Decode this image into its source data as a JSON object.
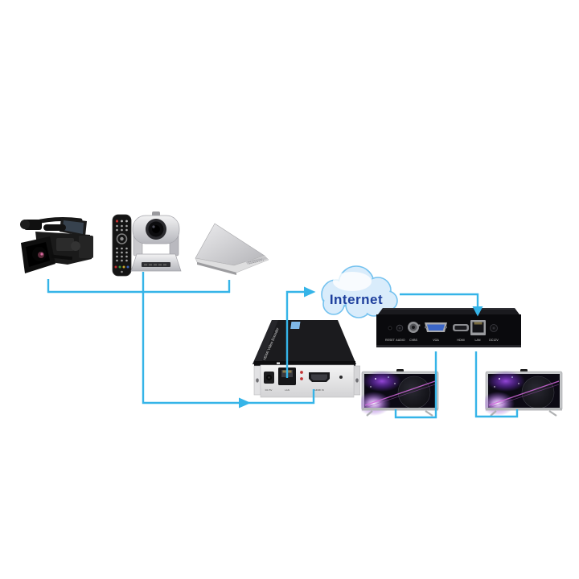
{
  "diagram": {
    "internet_label": "Internet",
    "encoder": {
      "top_label": "HDMI Video Encoder",
      "port_labels": [
        "DC 5V",
        "LAN",
        "HDMI IN"
      ]
    },
    "decoder": {
      "port_labels": [
        "RESET",
        "AUDIO",
        "CVBS",
        "VGA",
        "HDMI",
        "LAN",
        "DC12V"
      ]
    }
  },
  "colors": {
    "line_blue": "#35b4e8",
    "internet_text": "#1d3e9c",
    "cloud_fill": "#d9ecfb",
    "cloud_border": "#74c2ef"
  }
}
